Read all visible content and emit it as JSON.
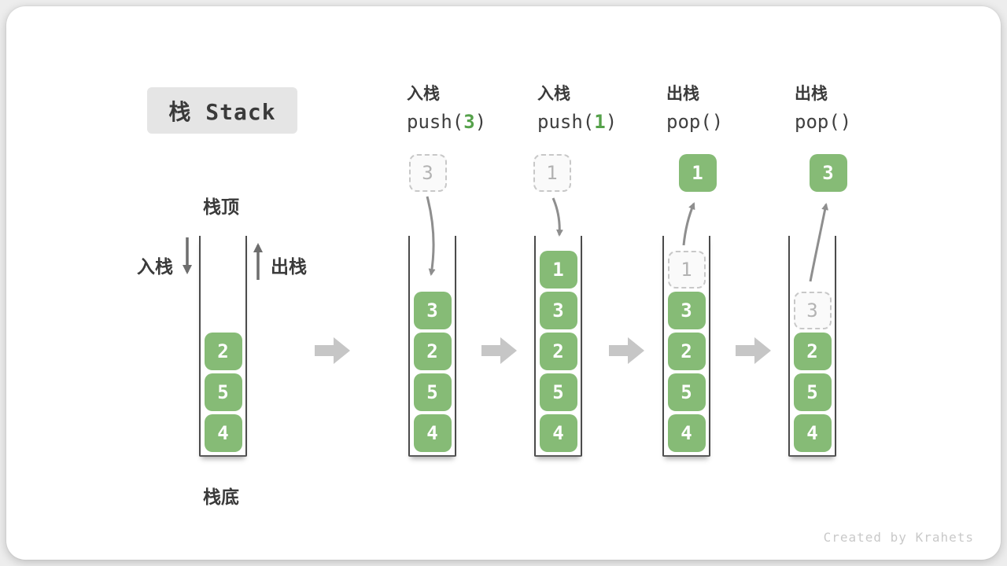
{
  "diagram_title": "栈 Stack",
  "labels": {
    "stack_top": "栈顶",
    "stack_bottom": "栈底",
    "push_side": "入栈",
    "pop_side": "出栈"
  },
  "watermark": "Created by Krahets",
  "colors": {
    "cell_green": "#86bb76",
    "code_arg_green": "#55a14a",
    "ghost_border": "#c8c8c8",
    "ghost_text": "#b3b3b3",
    "flow_arrow": "#8e8e8e",
    "block_arrow": "#c6c6c6",
    "text_dark": "#3a3a3a",
    "title_bg": "#e5e5e5",
    "wall_gray": "#4b4b4b",
    "watermark_gray": "#c9c9c9"
  },
  "steps": [
    {
      "name": "initial",
      "header": null,
      "floating": null,
      "cells": [
        {
          "value": "2",
          "ghost": false
        },
        {
          "value": "5",
          "ghost": false
        },
        {
          "value": "4",
          "ghost": false
        }
      ]
    },
    {
      "name": "push-3",
      "header": {
        "op": "入栈",
        "code_pre": "push(",
        "code_arg": "3",
        "code_post": ")"
      },
      "floating": {
        "value": "3",
        "ghost": true
      },
      "cells": [
        {
          "value": "3",
          "ghost": false
        },
        {
          "value": "2",
          "ghost": false
        },
        {
          "value": "5",
          "ghost": false
        },
        {
          "value": "4",
          "ghost": false
        }
      ]
    },
    {
      "name": "push-1",
      "header": {
        "op": "入栈",
        "code_pre": "push(",
        "code_arg": "1",
        "code_post": ")"
      },
      "floating": {
        "value": "1",
        "ghost": true
      },
      "cells": [
        {
          "value": "1",
          "ghost": false
        },
        {
          "value": "3",
          "ghost": false
        },
        {
          "value": "2",
          "ghost": false
        },
        {
          "value": "5",
          "ghost": false
        },
        {
          "value": "4",
          "ghost": false
        }
      ]
    },
    {
      "name": "pop-1",
      "header": {
        "op": "出栈",
        "code_pre": "pop()",
        "code_arg": "",
        "code_post": ""
      },
      "floating": {
        "value": "1",
        "ghost": false
      },
      "cells": [
        {
          "value": "1",
          "ghost": true
        },
        {
          "value": "3",
          "ghost": false
        },
        {
          "value": "2",
          "ghost": false
        },
        {
          "value": "5",
          "ghost": false
        },
        {
          "value": "4",
          "ghost": false
        }
      ]
    },
    {
      "name": "pop-3",
      "header": {
        "op": "出栈",
        "code_pre": "pop()",
        "code_arg": "",
        "code_post": ""
      },
      "floating": {
        "value": "3",
        "ghost": false
      },
      "cells": [
        {
          "value": "3",
          "ghost": true
        },
        {
          "value": "2",
          "ghost": false
        },
        {
          "value": "5",
          "ghost": false
        },
        {
          "value": "4",
          "ghost": false
        }
      ]
    }
  ]
}
